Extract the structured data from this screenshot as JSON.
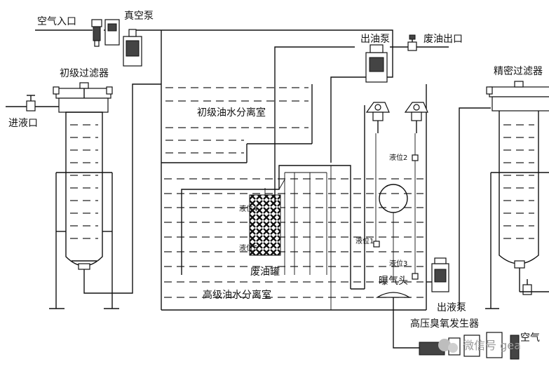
{
  "labels": {
    "air_inlet_top": "空气入口",
    "vacuum_pump": "真空泵",
    "primary_filter": "初级过滤器",
    "liquid_inlet": "进液口",
    "oil_pump": "出油泵",
    "waste_oil_outlet": "废油出口",
    "fine_filter": "精密过滤器",
    "primary_separator": "初级油水分离室",
    "advanced_separator": "高级油水分离室",
    "waste_oil_tank": "废油罐",
    "aerator": "曝气头",
    "outlet_pump": "出液泵",
    "ozone_generator": "高压臭氧发生器",
    "air_inlet_bottom": "空气",
    "level_1": "液位1",
    "level_2": "液位2",
    "level_3": "液位3",
    "level_4": "液位4",
    "level_5": "液位5",
    "watermark": "微信号 gea"
  }
}
